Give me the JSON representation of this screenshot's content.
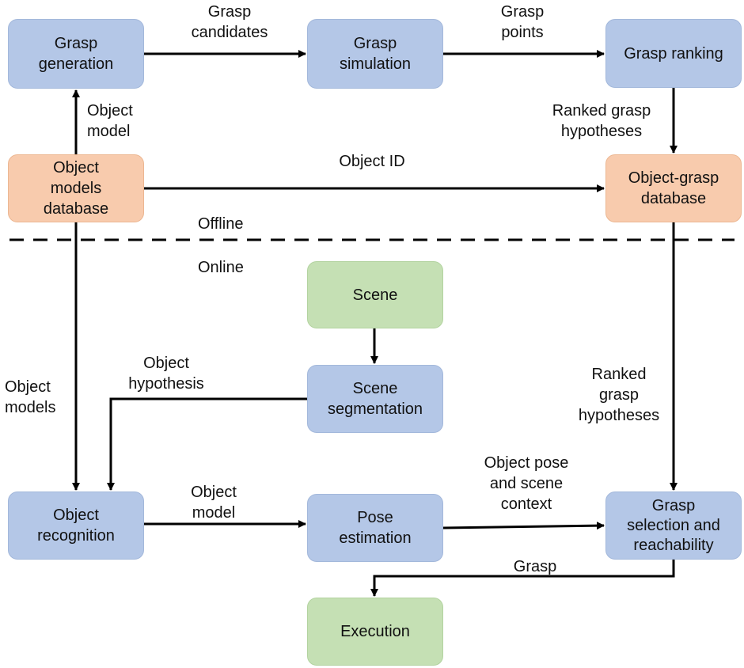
{
  "nodes": {
    "grasp_generation": "Grasp\ngeneration",
    "grasp_simulation": "Grasp\nsimulation",
    "grasp_ranking": "Grasp ranking",
    "object_models_database": "Object\nmodels\ndatabase",
    "object_grasp_database": "Object-grasp\ndatabase",
    "scene": "Scene",
    "scene_segmentation": "Scene\nsegmentation",
    "object_recognition": "Object\nrecognition",
    "pose_estimation": "Pose\nestimation",
    "grasp_selection": "Grasp\nselection and\nreachability",
    "execution": "Execution"
  },
  "edges": {
    "grasp_candidates": "Grasp\ncandidates",
    "grasp_points": "Grasp\npoints",
    "object_model_top": "Object\nmodel",
    "ranked_grasp_hypotheses_top": "Ranked grasp\nhypotheses",
    "object_id": "Object ID",
    "object_hypothesis": "Object\nhypothesis",
    "object_models": "Object\nmodels",
    "ranked_grasp_hypotheses_bottom": "Ranked\ngrasp\nhypotheses",
    "object_model_bottom": "Object\nmodel",
    "object_pose_scene_context": "Object pose\nand scene\ncontext",
    "grasp": "Grasp"
  },
  "sections": {
    "offline": "Offline",
    "online": "Online"
  },
  "colors": {
    "process": "#b4c7e7",
    "database": "#f8cbad",
    "endpoint": "#c5e0b4",
    "arrow": "#000000"
  }
}
